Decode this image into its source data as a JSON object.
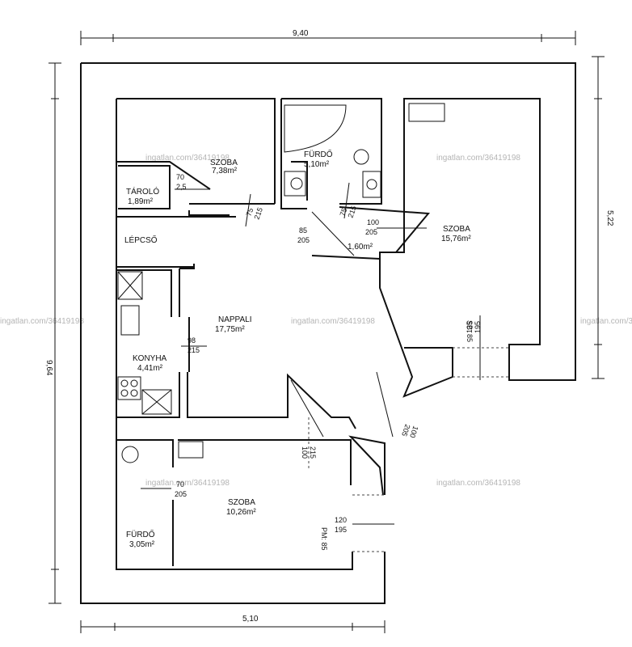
{
  "dimensions": {
    "top": "9,40",
    "left": "9,64",
    "right": "5,22",
    "bottom": "5,10"
  },
  "rooms": {
    "szoba_top_left": {
      "name": "SZOBA",
      "area": "7,38m²"
    },
    "furdo_top": {
      "name": "FÜRDŐ",
      "area": "5,10m²"
    },
    "szoba_right": {
      "name": "SZOBA",
      "area": "15,76m²"
    },
    "tarolo": {
      "name": "TÁROLÓ",
      "area": "1,89m²"
    },
    "lepcso": {
      "name": "LÉPCSŐ"
    },
    "hall": {
      "area": "1,60m²"
    },
    "nappali": {
      "name": "NAPPALI",
      "area": "17,75m²"
    },
    "konyha": {
      "name": "KONYHA",
      "area": "4,41m²"
    },
    "szoba_bottom": {
      "name": "SZOBA",
      "area": "10,26m²"
    },
    "furdo_bottom": {
      "name": "FÜRDŐ",
      "area": "3,05m²"
    }
  },
  "doors": {
    "tarolo": {
      "w": "70",
      "h": "2,5"
    },
    "szoba_top_left": {
      "w": "75",
      "h": "215"
    },
    "hall_left": {
      "w": "85",
      "h": "205"
    },
    "furdo_top": {
      "w": "75",
      "h": "215"
    },
    "szoba_right": {
      "w": "100",
      "h": "205"
    },
    "nappali": {
      "w": "98",
      "h": "215"
    },
    "right_window": {
      "label": "SB: 85",
      "w": "135",
      "h": "195"
    },
    "entry": {
      "w": "100",
      "h": "205"
    },
    "szoba_bottom": {
      "w": "100",
      "h": "215"
    },
    "furdo_bottom": {
      "w": "70",
      "h": "205"
    },
    "bottom_window": {
      "w": "120",
      "h": "195",
      "label": "PM: 85"
    }
  },
  "watermark": "ingatlan.com/36419198"
}
